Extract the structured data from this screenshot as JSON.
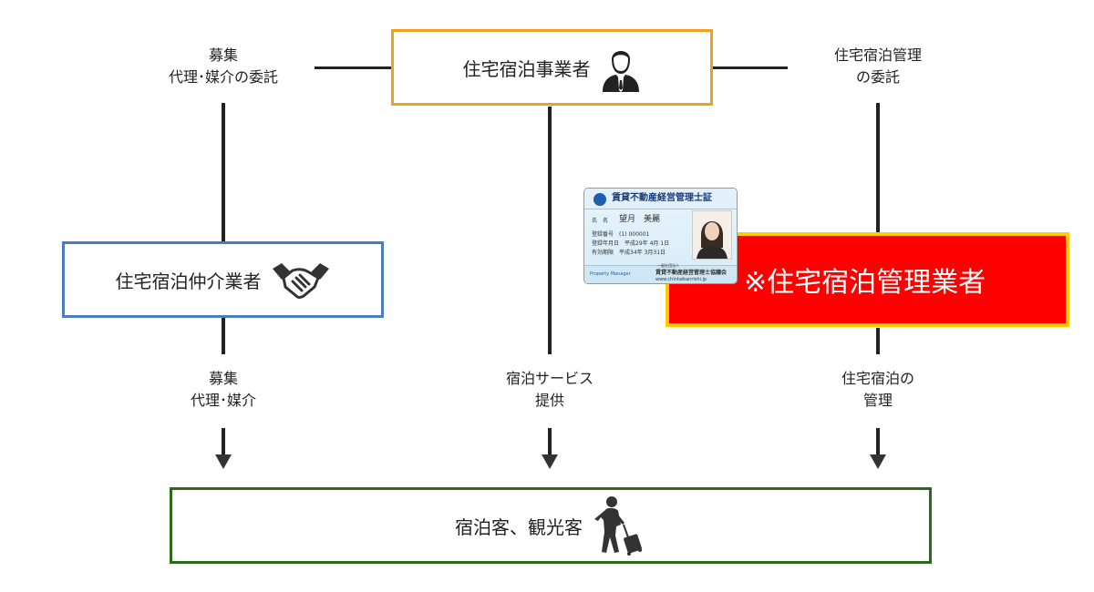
{
  "operator": {
    "title": "住宅宿泊事業者",
    "icon": "businessman-icon"
  },
  "intermediary": {
    "title": "住宅宿泊仲介業者",
    "icon": "handshake-icon"
  },
  "manager": {
    "title": "※住宅宿泊管理業者",
    "color": "#ff0000",
    "border_color": "#ffcc00"
  },
  "guests": {
    "title": "宿泊客、観光客",
    "icon": "traveler-with-suitcase-icon"
  },
  "labels": {
    "left_top_line1": "募集",
    "left_top_line2": "代理･媒介の委託",
    "right_top_line1": "住宅宿泊管理",
    "right_top_line2": "の委託",
    "left_bottom_line1": "募集",
    "left_bottom_line2": "代理･媒介",
    "center_bottom_line1": "宿泊サービス",
    "center_bottom_line2": "提供",
    "right_bottom_line1": "住宅宿泊の",
    "right_bottom_line2": "管理"
  },
  "license_card": {
    "title": "賃貸不動産経営管理士証",
    "name_label": "氏　名",
    "name": "望月　美麗",
    "reg_label": "登録番号",
    "reg_no": "(1) 000001",
    "date1_label": "登録年月日",
    "date1": "平成29年 4月 1日",
    "date2_label": "有効期限",
    "date2": "平成34年 3月31日",
    "footer_left": "Property Manager",
    "issuer_small": "一般社団法人",
    "issuer": "賃貸不動産経営管理士協議会",
    "url": "www.chintaikanrishi.jp"
  },
  "colors": {
    "operator_border": "#f0a020",
    "intermediary_border": "#4a7cc0",
    "guests_border": "#2a6a1a"
  }
}
